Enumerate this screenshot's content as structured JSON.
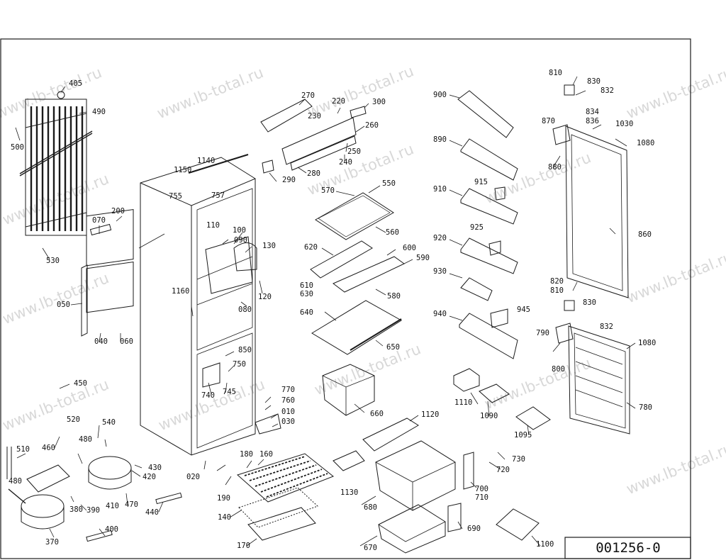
{
  "watermark": "www.lb-total.ru",
  "drawing_number": "001256-0",
  "part_numbers": {
    "p405": "405",
    "p490": "490",
    "p500": "500",
    "p530": "530",
    "p070": "070",
    "p200": "200",
    "p050": "050",
    "p040": "040",
    "p060": "060",
    "p450": "450",
    "p510": "510",
    "p460": "460",
    "p480a": "480",
    "p520": "520",
    "p480b": "480",
    "p540": "540",
    "p430": "430",
    "p420": "420",
    "p410": "410",
    "p470": "470",
    "p440": "440",
    "p380": "380",
    "p390": "390",
    "p370": "370",
    "p400": "400",
    "p1140": "1140",
    "p1150": "1150",
    "p755": "755",
    "p757": "757",
    "p110": "110",
    "p100": "100",
    "p090": "090",
    "p130": "130",
    "p1160": "1160",
    "p120": "120",
    "p080": "080",
    "p850": "850",
    "p750": "750",
    "p740": "740",
    "p745": "745",
    "p770": "770",
    "p760": "760",
    "p010": "010",
    "p030": "030",
    "p020": "020",
    "p180": "180",
    "p160": "160",
    "p190": "190",
    "p140": "140",
    "p170": "170",
    "p270": "270",
    "p220": "220",
    "p300": "300",
    "p230": "230",
    "p260": "260",
    "p250": "250",
    "p240": "240",
    "p280": "280",
    "p290": "290",
    "p570": "570",
    "p550": "550",
    "p560": "560",
    "p620": "620",
    "p600": "600",
    "p590": "590",
    "p610": "610",
    "p630": "630",
    "p580": "580",
    "p640": "640",
    "p650": "650",
    "p660": "660",
    "p1120": "1120",
    "p1130": "1130",
    "p680": "680",
    "p670": "670",
    "p900": "900",
    "p890": "890",
    "p910": "910",
    "p915": "915",
    "p920": "920",
    "p925": "925",
    "p930": "930",
    "p940": "940",
    "p945": "945",
    "p1110": "1110",
    "p1090": "1090",
    "p1095": "1095",
    "p730": "730",
    "p720": "720",
    "p700": "700",
    "p710": "710",
    "p690": "690",
    "p1100": "1100",
    "p810a": "810",
    "p830a": "830",
    "p832a": "832",
    "p834": "834",
    "p836": "836",
    "p870": "870",
    "p1030": "1030",
    "p1080a": "1080",
    "p880": "880",
    "p860": "860",
    "p820": "820",
    "p810b": "810",
    "p830b": "830",
    "p832b": "832",
    "p790": "790",
    "p1080b": "1080",
    "p800": "800",
    "p780": "780"
  }
}
